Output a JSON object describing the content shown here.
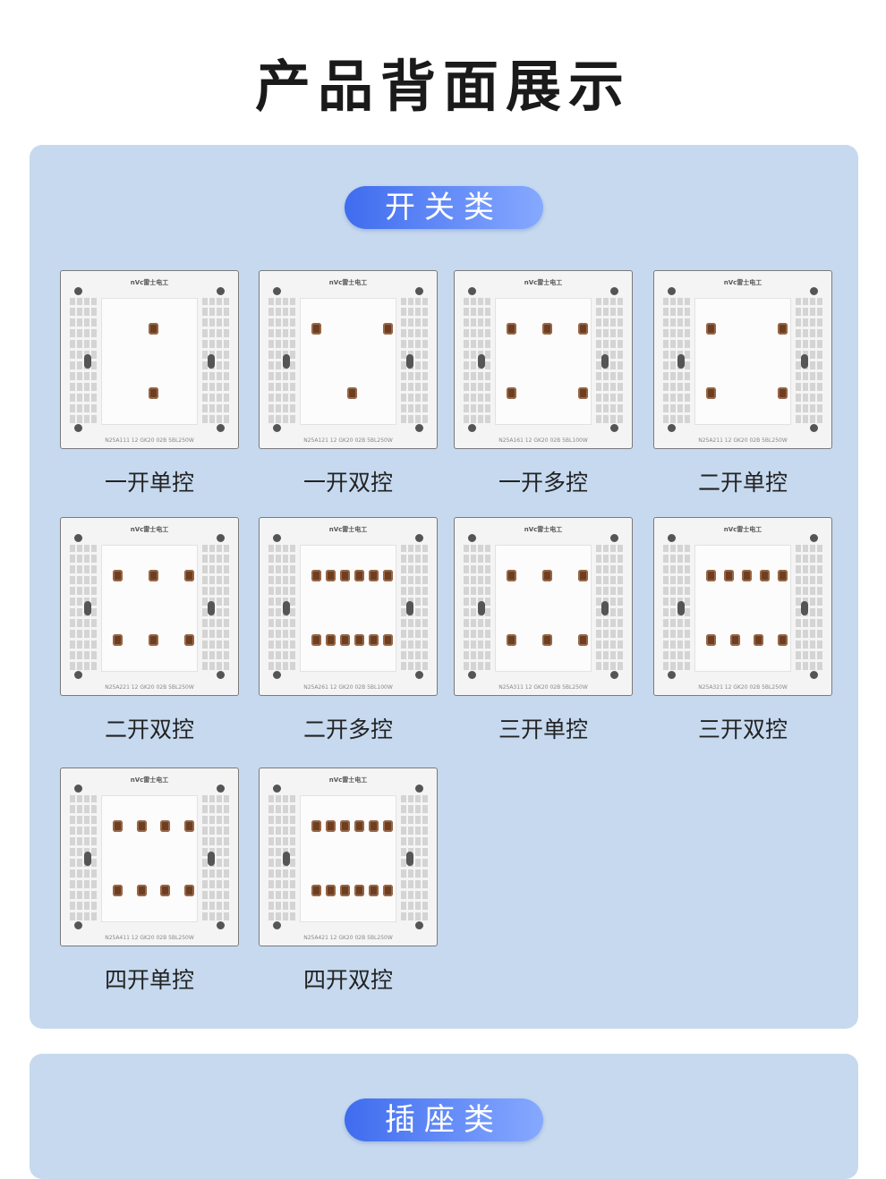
{
  "title": "产品背面展示",
  "switch_section": {
    "heading": "开关类",
    "items": [
      {
        "label": "一开单控",
        "code": "N25A111 12 GK20 02B 5BL250W",
        "terms": 2
      },
      {
        "label": "一开双控",
        "code": "N25A121 12 GK20 02B 5BL250W",
        "terms": 3
      },
      {
        "label": "一开多控",
        "code": "N25A161 12 GK20 02B 5BL100W",
        "terms": 5
      },
      {
        "label": "二开单控",
        "code": "N25A211 12 GK20 02B 5BL250W",
        "terms": 4
      },
      {
        "label": "二开双控",
        "code": "N25A221 12 GK20 02B 5BL250W",
        "terms": 6
      },
      {
        "label": "二开多控",
        "code": "N25A261 12 GK20 02B 5BL100W",
        "terms": 12
      },
      {
        "label": "三开单控",
        "code": "N25A311 12 GK20 02B 5BL250W",
        "terms": 6
      },
      {
        "label": "三开双控",
        "code": "N25A321 12 GK20 02B 5BL250W",
        "terms": 9
      },
      {
        "label": "四开单控",
        "code": "N25A411 12 GK20 02B 5BL250W",
        "terms": 8
      },
      {
        "label": "四开双控",
        "code": "N25A421 12 GK20 02B 5BL250W",
        "terms": 12
      }
    ]
  },
  "socket_section": {
    "heading": "插座类"
  },
  "brand": "nVc雷士电工",
  "colors": {
    "panel_bg": "#c6d9ef",
    "pill_start": "#3f6cef",
    "pill_end": "#86a9ff",
    "terminal": "#6b3f24"
  }
}
